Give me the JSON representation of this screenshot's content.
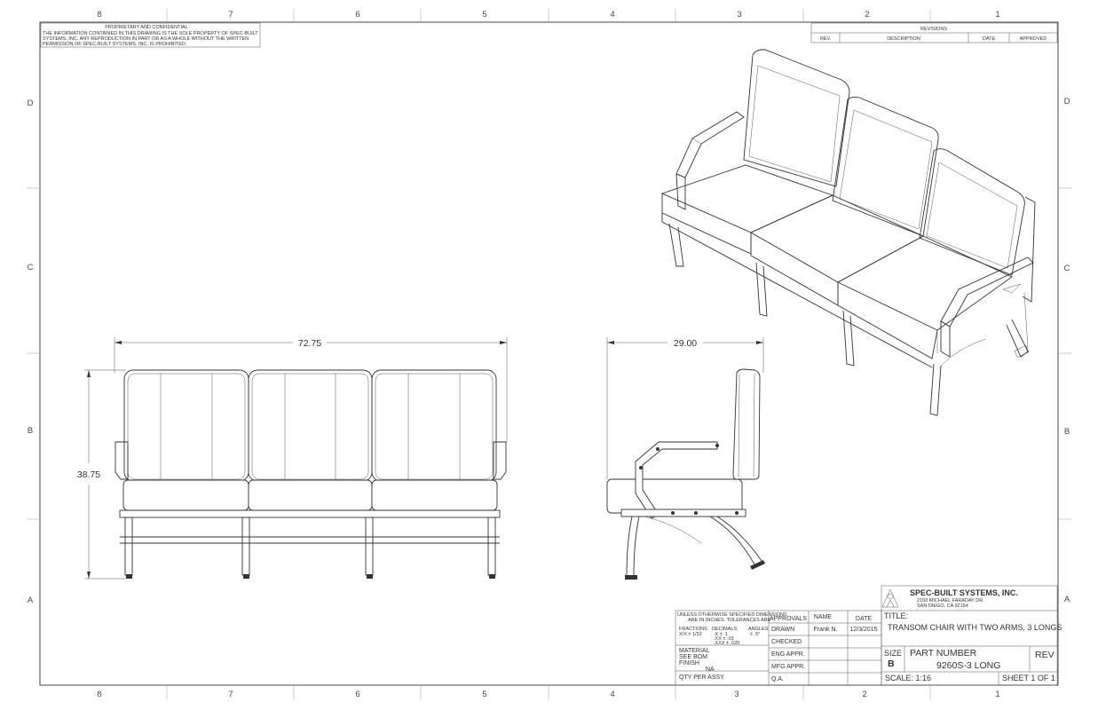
{
  "border": {
    "columns": [
      "8",
      "7",
      "6",
      "5",
      "4",
      "3",
      "2",
      "1"
    ],
    "rows": [
      "D",
      "C",
      "B",
      "A"
    ]
  },
  "notice": {
    "heading": "PROPRIETARY AND CONFIDENTIAL",
    "line1": "THE INFORMATION CONTAINED IN THIS DRAWING IS THE SOLE PROPERTY OF SPEC-BUILT",
    "line2": "SYSTEMS, INC.  ANY REPRODUCTION IN PART OR AS A WHOLE WITHOUT THE WRITTEN",
    "line3": "PERMISSION OF SPEC-BUILT SYSTEMS, INC. IS PROHIBITED."
  },
  "revisions": {
    "title": "REVISIONS",
    "headers": [
      "REV.",
      "DESCRIPTION",
      "DATE",
      "APPROVED"
    ]
  },
  "dimensions": {
    "front_width": "72.75",
    "front_height": "38.75",
    "side_depth": "29.00"
  },
  "company": {
    "name": "SPEC-BUILT SYSTEMS, INC.",
    "address1": "2150 MICHAEL FARADAY DR.",
    "address2": "SAN DIEGO, CA 92154"
  },
  "title_block": {
    "title_label": "TITLE:",
    "title": "TRANSOM CHAIR WITH TWO ARMS, 3 LONGS",
    "size_label": "SIZE",
    "size": "B",
    "part_label": "PART NUMBER",
    "part_number": "9260S-3 LONG",
    "rev_label": "REV",
    "scale": "SCALE: 1:16",
    "sheet": "SHEET 1 OF 1"
  },
  "tolerances": {
    "line1": "UNLESS OTHERWISE SPECIFIED DIMENSIONS",
    "line2": "ARE IN INCHES.  TOLERANCES ARE:",
    "fractions_label": "FRACTIONS",
    "fractions_value": "X/X ± 1/32",
    "decimals_label": "DECIMALS",
    "dec1": ".X    ± .1",
    "dec2": ".XX  ± .03",
    "dec3": ".XXX ± .020",
    "angles_label": "ANGLES",
    "angles_value": "± .5°"
  },
  "material": {
    "material_label": "MATERIAL",
    "material": "SEE BOM",
    "finish_label": "FINISH",
    "finish": "NA",
    "qty_label": "QTY PER ASSY."
  },
  "approvals": {
    "header_approvals": "APPROVALS",
    "header_name": "NAME",
    "header_date": "DATE",
    "rows": [
      {
        "label": "DRAWN",
        "name": "Frank N.",
        "date": "12/3/2015"
      },
      {
        "label": "CHECKED",
        "name": "",
        "date": ""
      },
      {
        "label": "ENG APPR.",
        "name": "",
        "date": ""
      },
      {
        "label": "MFG APPR.",
        "name": "",
        "date": ""
      },
      {
        "label": "Q.A.",
        "name": "",
        "date": ""
      }
    ]
  }
}
